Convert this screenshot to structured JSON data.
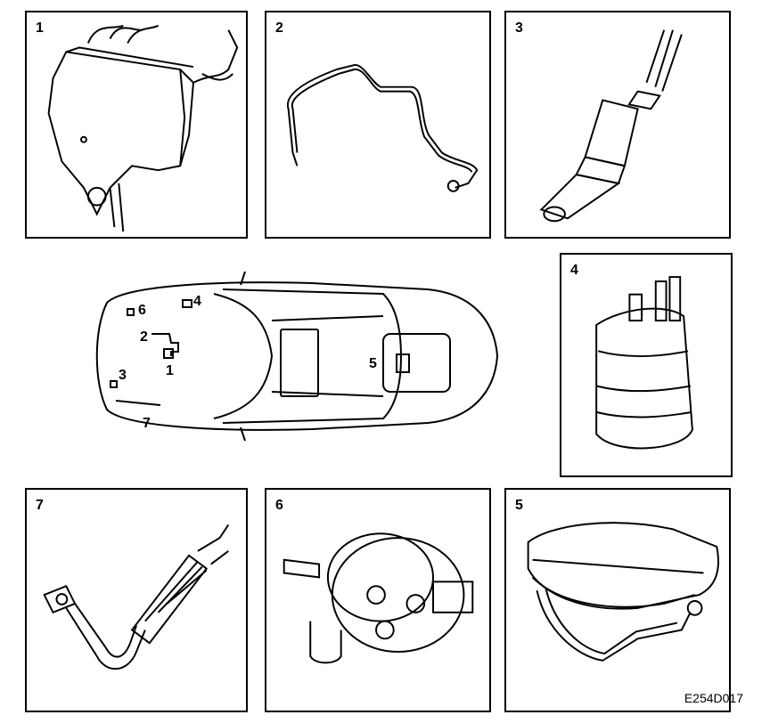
{
  "panels": [
    {
      "id": "p1",
      "number": "1"
    },
    {
      "id": "p2",
      "number": "2"
    },
    {
      "id": "p3",
      "number": "3"
    },
    {
      "id": "p4",
      "number": "4"
    },
    {
      "id": "p7",
      "number": "7"
    },
    {
      "id": "p6",
      "number": "6"
    },
    {
      "id": "p5",
      "number": "5"
    }
  ],
  "overview": {
    "labels": [
      "6",
      "4",
      "2",
      "1",
      "3",
      "7",
      "5"
    ]
  },
  "figure_code": "E254D017"
}
